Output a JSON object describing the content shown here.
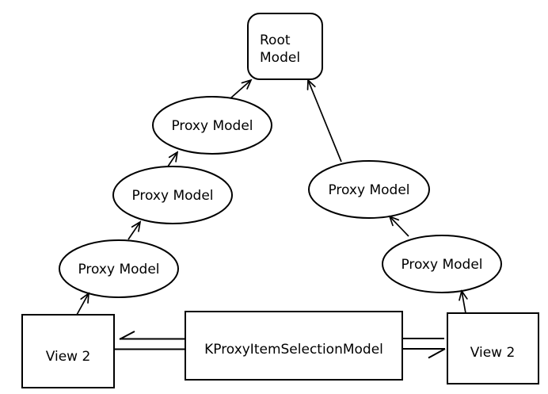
{
  "colors": {
    "background": "#ffffff",
    "stroke": "#000000",
    "text": "#000000"
  },
  "nodes": {
    "root_model": {
      "shape": "rounded-rect",
      "line1": "Root",
      "line2": "Model"
    },
    "proxy_top_left": {
      "shape": "ellipse",
      "label": "Proxy Model"
    },
    "proxy_middle_left": {
      "shape": "ellipse",
      "label": "Proxy Model"
    },
    "proxy_bottom_left": {
      "shape": "ellipse",
      "label": "Proxy Model"
    },
    "proxy_upper_right": {
      "shape": "ellipse",
      "label": "Proxy Model"
    },
    "proxy_lower_right": {
      "shape": "ellipse",
      "label": "Proxy Model"
    },
    "view_left": {
      "shape": "rect",
      "label": "View 2"
    },
    "kproxy_item_selection_model": {
      "shape": "rect",
      "label": "KProxyItemSelectionModel"
    },
    "view_right": {
      "shape": "rect",
      "label": "View 2"
    }
  },
  "edges": [
    {
      "from": "view_left",
      "to": "proxy_bottom_left",
      "arrow": "open"
    },
    {
      "from": "proxy_bottom_left",
      "to": "proxy_middle_left",
      "arrow": "open"
    },
    {
      "from": "proxy_middle_left",
      "to": "proxy_top_left",
      "arrow": "open"
    },
    {
      "from": "proxy_top_left",
      "to": "root_model",
      "arrow": "open"
    },
    {
      "from": "proxy_upper_right",
      "to": "root_model",
      "arrow": "open"
    },
    {
      "from": "proxy_lower_right",
      "to": "proxy_upper_right",
      "arrow": "open"
    },
    {
      "from": "view_right",
      "to": "proxy_lower_right",
      "arrow": "open"
    },
    {
      "from": "kproxy_item_selection_model",
      "to": "view_left",
      "arrow": "half-open-left"
    },
    {
      "from": "kproxy_item_selection_model",
      "to": "view_right",
      "arrow": "half-open-right"
    }
  ]
}
